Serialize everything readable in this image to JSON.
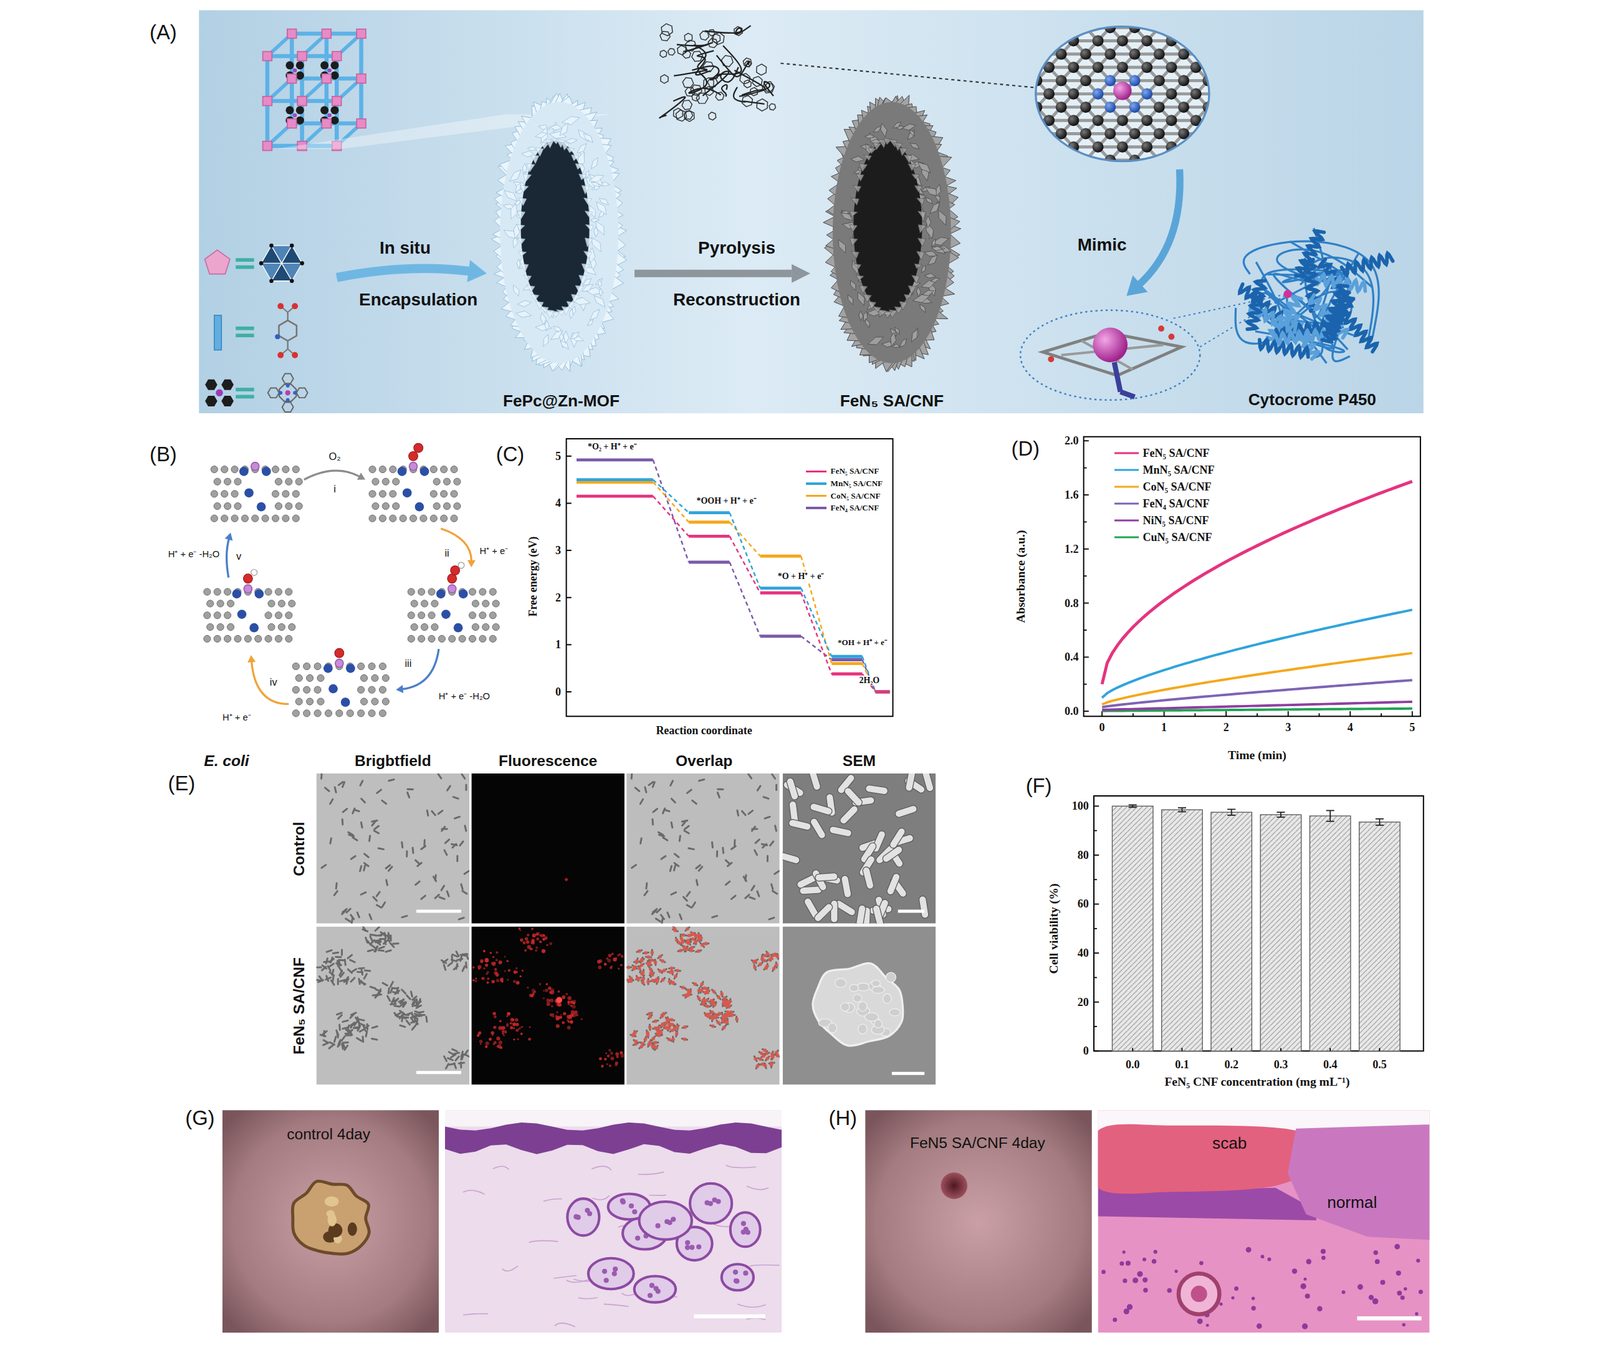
{
  "diagram": {
    "nodes": [
      {
        "text": [
          "FePc@Zn-MOF"
        ]
      },
      {
        "text": [
          "FeN₅ SA/CNF"
        ]
      },
      {
        "text": [
          "Cytocrome P450"
        ]
      }
    ],
    "edges": [
      {
        "from": 0,
        "to": 1,
        "arrow": "to"
      }
    ],
    "labels": [
      "(A)",
      "In situ",
      "Encapsulation",
      "Pyrolysis",
      "Reconstruction",
      "Mimic",
      "(B)",
      "O₂",
      "i",
      "H⁺ + e⁻",
      "ii",
      "H⁺ + e⁻ -H₂O",
      "iii",
      "H⁺ + e⁻",
      "iv",
      "H⁺ + e⁻ -H₂O",
      "v",
      "(C)",
      "Free energy (eV)",
      "Reaction coordinate",
      "0",
      "1",
      "2",
      "3",
      "4",
      "5",
      "*O₂ + H⁺ + e⁻",
      "*OOH + H⁺ + e⁻",
      "*O + H⁺ + e⁻",
      "*OH + H⁺ + e⁻",
      "2H₂O",
      "(D)",
      "Absorbance (a.u.)",
      "Time (min)",
      "0.0",
      "0.4",
      "0.8",
      "1.2",
      "1.6",
      "2.0",
      "0",
      "1",
      "2",
      "3",
      "4",
      "5",
      "(E)",
      "E. coli",
      "Brigbtfield",
      "Fluorescence",
      "Overlap",
      "SEM",
      "Control",
      "FeN₅ SA/CNF",
      "(F)",
      "Cell viability (%)",
      "FeN₅ CNF concentration (mg mL⁻¹)",
      "0",
      "20",
      "40",
      "60",
      "80",
      "100",
      "0.0",
      "0.1",
      "0.2",
      "0.3",
      "0.4",
      "0.5",
      "(G)",
      "control 4day",
      "(H)",
      "FeN5 SA/CNF 4day",
      "scab",
      "normal"
    ],
    "legend": [
      {
        "text": "FeN₅ SA/CNF",
        "color": "#e6337f"
      },
      {
        "text": "MnN₅ SA/CNF",
        "color": "#2fa4dc"
      },
      {
        "text": "CoN₅ SA/CNF",
        "color": "#f4a81d"
      },
      {
        "text": "FeN₄ SA/CNF",
        "color": "#7a5aa8"
      },
      {
        "text": "FeN₅ SA/CNF",
        "color": "#e6337f"
      },
      {
        "text": "MnN₅ SA/CNF",
        "color": "#2fa4dc"
      },
      {
        "text": "CoN₅ SA/CNF",
        "color": "#f4a81d"
      },
      {
        "text": "FeN₄ SA/CNF",
        "color": "#7d63b5"
      },
      {
        "text": "NiN₅ SA/CNF",
        "color": "#8e3fa0"
      },
      {
        "text": "CuN₅ SA/CNF",
        "color": "#22a355"
      }
    ]
  }
}
